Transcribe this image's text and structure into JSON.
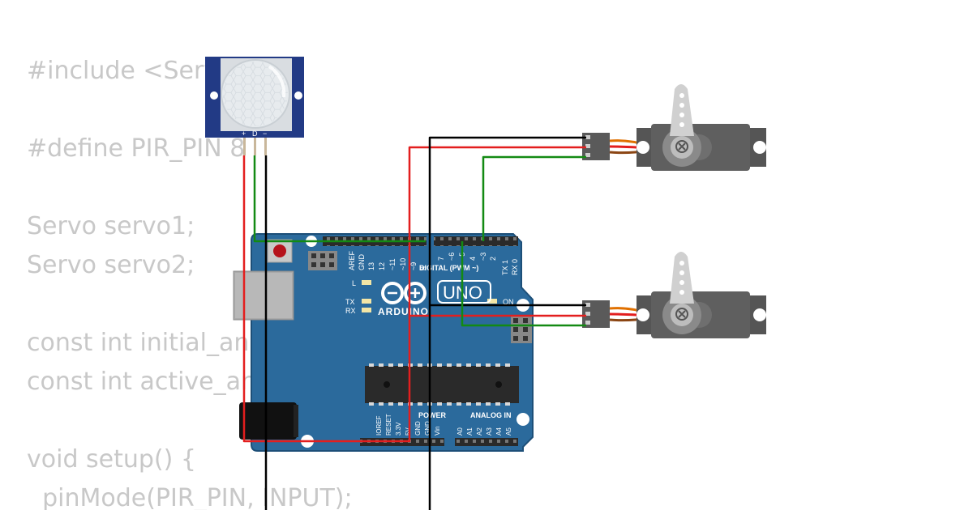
{
  "code": {
    "lines": [
      "#include <Servo.h>",
      "",
      "#define PIR_PIN 8",
      "",
      "Servo servo1;",
      "Servo servo2;",
      "",
      "const int initial_angle",
      "const int active_angle",
      "",
      "void setup() {",
      "  pinMode(PIR_PIN, INPUT);"
    ]
  },
  "pir_sensor": {
    "pin_labels": [
      "+",
      "D",
      "−"
    ]
  },
  "arduino": {
    "logo_text": "ARDUINO",
    "model": "UNO",
    "header_labels": {
      "aref": "AREF",
      "gnd": "GND",
      "d13": "13",
      "d12": "12",
      "d11": "~11",
      "d10": "~10",
      "d9": "~9",
      "d8": "8",
      "d7": "7",
      "d6": "~6",
      "d5": "~5",
      "d4": "4",
      "d3": "~3",
      "d2": "2",
      "tx1": "TX 1",
      "rx0": "RX 0"
    },
    "digital_label": "DIGITAL (PWM ~)",
    "led_l": "L",
    "led_tx": "TX",
    "led_rx": "RX",
    "led_on": "ON",
    "power_label": "POWER",
    "analog_label": "ANALOG IN",
    "power_pins": [
      "IOREF",
      "RESET",
      "3.3V",
      "5V",
      "GND",
      "GND",
      "Vin"
    ],
    "analog_pins": [
      "A0",
      "A1",
      "A2",
      "A3",
      "A4",
      "A5"
    ]
  },
  "colors": {
    "board": "#2b6a9c",
    "board_edge": "#1d4f78",
    "wire_red": "#e31e1e",
    "wire_green": "#138a13",
    "wire_black": "#000000",
    "servo_body": "#5d5d5d",
    "pir_frame": "#223a85",
    "code_text": "#c8c8c8"
  }
}
